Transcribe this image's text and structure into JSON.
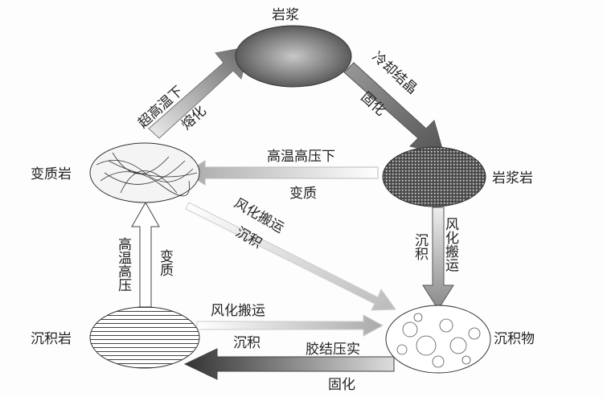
{
  "nodes": {
    "magma": "岩浆",
    "igneous_rock": "岩浆岩",
    "metamorphic_rock": "变质岩",
    "sedimentary_rock": "沉积岩",
    "sediment": "沉积物"
  },
  "edges": {
    "melting": [
      "超高温下",
      "熔化"
    ],
    "cooling": [
      "冷却结晶",
      "固化"
    ],
    "metamorphism_top": [
      "高温高压下",
      "变质"
    ],
    "weathering_diagonal": [
      "风化搬运",
      "沉积"
    ],
    "weathering_right": [
      "风化搬运",
      "沉积"
    ],
    "metamorphism_left": [
      "高温高压",
      "变质"
    ],
    "weathering_bottom": [
      "风化搬运",
      "沉积"
    ],
    "lithification": [
      "胶结压实",
      "固化"
    ]
  }
}
